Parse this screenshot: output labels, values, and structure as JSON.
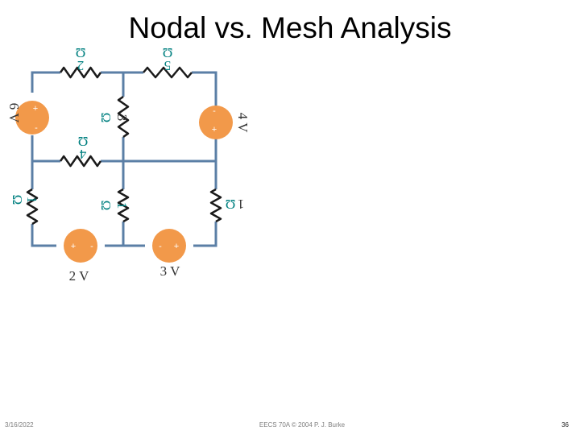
{
  "slide": {
    "title": "Nodal vs. Mesh Analysis",
    "date": "3/16/2022",
    "credit": "EECS 70A © 2004 P. J. Burke",
    "page": "36"
  },
  "circuit": {
    "colors": {
      "wire": "#5b7fa6",
      "resistor": "#1a1a1a",
      "source": "#f2994a",
      "label": "#008080",
      "label_dark": "#333333"
    },
    "resistor_labels": {
      "r_top_left": [
        "Ω",
        "2"
      ],
      "r_top_right": [
        "Ω",
        "5"
      ],
      "r_center": [
        "Ω",
        "3"
      ],
      "r_mid_horizontal": [
        "Ω",
        "4"
      ],
      "r_left": [
        "Ω",
        "1"
      ],
      "r_center_low": [
        "Ω",
        "1"
      ],
      "r_right": [
        "Ω",
        "1"
      ]
    },
    "sources": {
      "v_left": {
        "label": "6 V",
        "plus": "+",
        "minus": "-"
      },
      "v_right": {
        "label": "4 V",
        "plus": "+",
        "minus": "-"
      },
      "v_bottom_left": {
        "label": "2 V",
        "plus": "+",
        "minus": "-"
      },
      "v_bottom_right": {
        "label": "3 V",
        "plus": "+",
        "minus": "-"
      }
    }
  }
}
